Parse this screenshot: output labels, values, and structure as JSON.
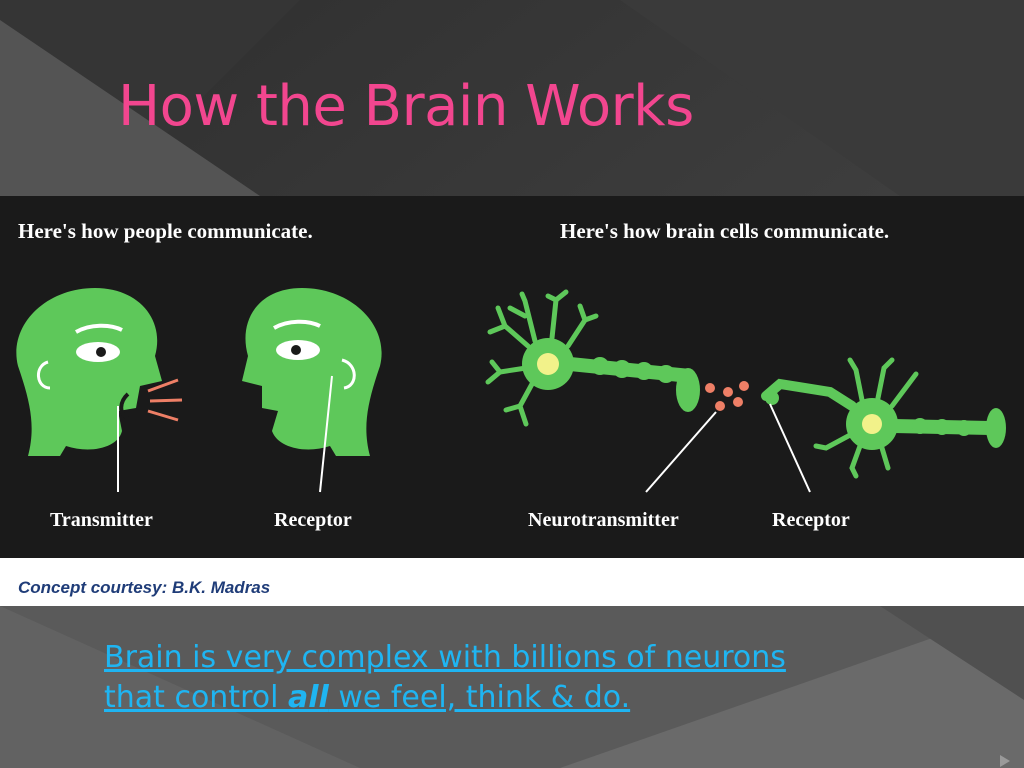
{
  "slide": {
    "title": "How the Brain Works",
    "figure": {
      "left_heading": "Here's how people communicate.",
      "right_heading": "Here's how brain cells communicate.",
      "labels": {
        "transmitter": "Transmitter",
        "receptor_left": "Receptor",
        "neurotransmitter": "Neurotransmitter",
        "receptor_right": "Receptor"
      },
      "credit": "Concept courtesy: B.K. Madras"
    },
    "caption": {
      "line1": "Brain is very complex with billions of neurons",
      "line2_before": "that control ",
      "line2_emphasis": "all",
      "line2_after": " we feel, think & do."
    }
  },
  "colors": {
    "title": "#f2468f",
    "caption": "#1fb5f2",
    "green": "#5ec85a",
    "panel": "#1a1a1a",
    "dots": "#ee7f66"
  },
  "icons": [
    "head-icon",
    "neuron-icon",
    "sound-waves-icon",
    "bullet-arrow-icon"
  ]
}
